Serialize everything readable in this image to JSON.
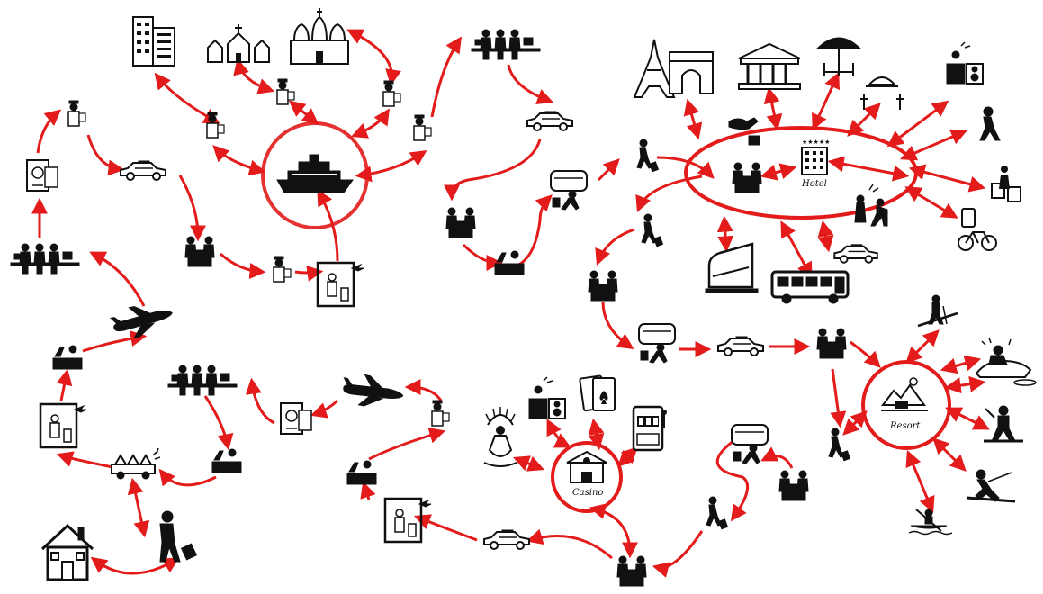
{
  "labels": {
    "hotel": "Hotel",
    "casino": "Casino",
    "resort": "Resort"
  },
  "colors": {
    "flow": "#e31b1b",
    "icon": "#111111",
    "background": "#ffffff"
  },
  "icons": [
    "ship-icon",
    "office-building-icon",
    "church-icon",
    "cathedral-icon",
    "customs-officer-icon",
    "passport-icon",
    "taxi-icon",
    "check-in-desk-icon",
    "security-scanner-icon",
    "baggage-queue-icon",
    "airplane-icon",
    "toll-gate-icon",
    "house-icon",
    "traveler-luggage-icon",
    "train-icon",
    "eiffel-tower-icon",
    "arc-de-triomphe-icon",
    "museum-icon",
    "beach-umbrella-icon",
    "restaurant-icon",
    "dj-speaker-icon",
    "walking-person-icon",
    "shopping-bags-icon",
    "bike-rental-icon",
    "bus-icon",
    "tram-icon",
    "hotel-icon",
    "casino-icon",
    "playing-cards-icon",
    "slot-machine-icon",
    "carnival-dancer-icon",
    "resort-icon",
    "hiking-icon",
    "snowmobile-icon",
    "golf-icon",
    "water-ski-icon",
    "kayak-icon",
    "tipping-icon",
    "thief-icon"
  ]
}
